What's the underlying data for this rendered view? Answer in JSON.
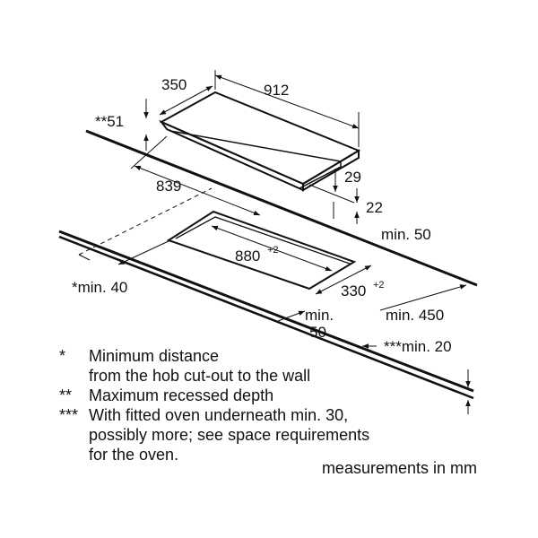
{
  "dimensions": {
    "hob_depth": "350",
    "hob_width": "912",
    "recessed_depth": "**51",
    "cutout_offset": "839",
    "hob_height": "29",
    "worktop_gap": "22",
    "min_back": "min. 50",
    "cutout_width": "880",
    "cutout_width_tol": "+2",
    "cutout_depth": "330",
    "cutout_depth_tol": "+2",
    "min_wall": "*min. 40",
    "min_front_line1": "min.",
    "min_front_line2": "50",
    "min_side": "min. 450",
    "min_oven": "***min. 20"
  },
  "notes": [
    {
      "mark": "*",
      "text": "Minimum distance"
    },
    {
      "mark": "",
      "text": "from the hob cut-out to the wall"
    },
    {
      "mark": "**",
      "text": "Maximum recessed depth"
    },
    {
      "mark": "***",
      "text": "With fitted oven underneath min. 30,"
    },
    {
      "mark": "",
      "text": "possibly more; see space requirements"
    },
    {
      "mark": "",
      "text": "for the oven."
    }
  ],
  "units_label": "measurements in mm"
}
